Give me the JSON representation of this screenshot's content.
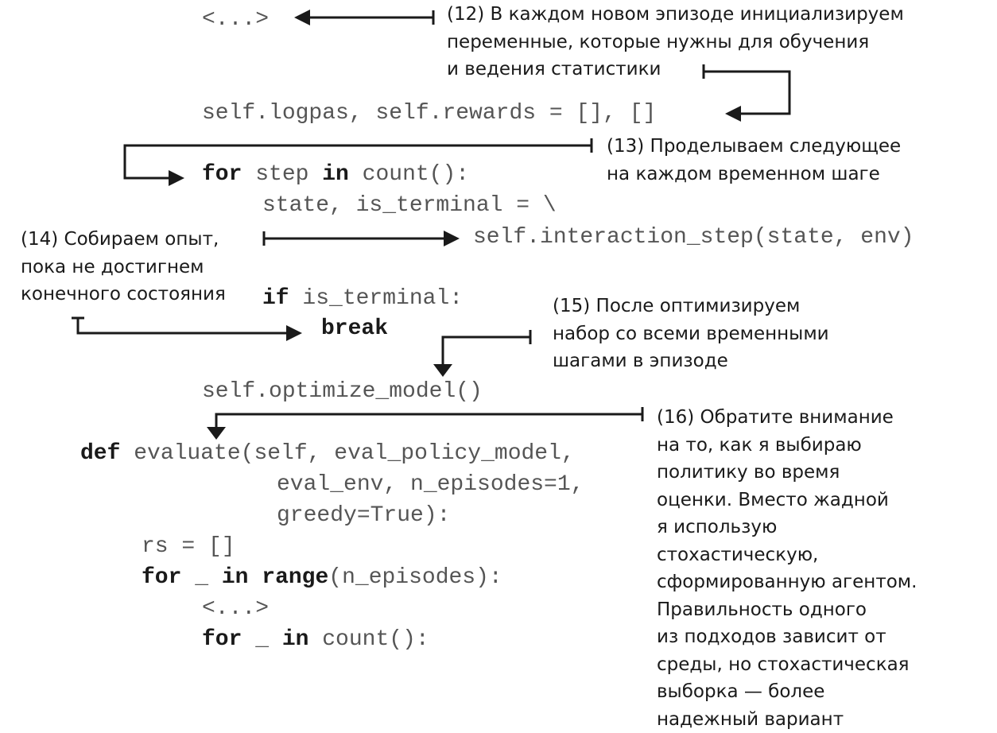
{
  "code": {
    "l1": "<...>",
    "l2": "self.logpas, self.rewards = [], []",
    "l3_kw1": "for",
    "l3_t1": " step ",
    "l3_kw2": "in",
    "l3_t2": " count():",
    "l4": "state, is_terminal = \\",
    "l5": "self.interaction_step(state, env)",
    "l6_kw": "if",
    "l6_t": " is_terminal:",
    "l7_kw": "break",
    "l8": "self.optimize_model()",
    "l9_kw": "def",
    "l9_t": " evaluate(self, eval_policy_model,",
    "l10": "eval_env, n_episodes=1,",
    "l11": "greedy=True):",
    "l12": "rs = []",
    "l13_kw1": "for",
    "l13_t1": " _ ",
    "l13_kw2": "in",
    "l13_t2": " ",
    "l13_kw3": "range",
    "l13_t3": "(n_episodes):",
    "l14": "<...>",
    "l15_kw1": "for",
    "l15_t1": " _ ",
    "l15_kw2": "in",
    "l15_t2": " count():"
  },
  "annotations": {
    "a12": [
      "(12) В каждом новом эпизоде инициализируем",
      "переменные, которые нужны для обучения",
      "и ведения статистики"
    ],
    "a13": [
      "(13) Проделываем следующее",
      "на каждом временном шаге"
    ],
    "a14": [
      "(14) Собираем опыт,",
      "пока не достигнем",
      "конечного состояния"
    ],
    "a15": [
      "(15) После оптимизируем",
      "набор со всеми временными",
      "шагами в эпизоде"
    ],
    "a16": [
      "(16) Обратите внимание",
      "на то, как я выбираю",
      "политику во время",
      "оценки. Вместо жадной",
      "я использую",
      "стохастическую,",
      "сформированную агентом.",
      "Правильность одного",
      "из подходов зависит от",
      "среды, но стохастическая",
      "выборка — более",
      "надежный вариант"
    ]
  }
}
